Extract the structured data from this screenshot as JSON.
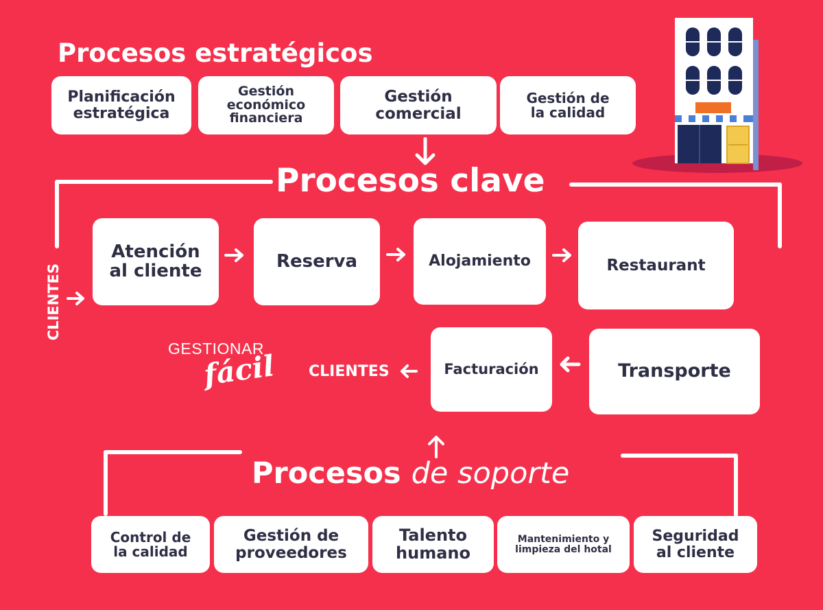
{
  "strategic": {
    "title": "Procesos estratégicos",
    "items": [
      "Planificación\nestratégica",
      "Gestión\neconómico\nfinanciera",
      "Gestión\ncomercial",
      "Gestión de\nla calidad"
    ]
  },
  "key": {
    "title": "Procesos clave",
    "row1": [
      "Atención\nal cliente",
      "Reserva",
      "Alojamiento",
      "Restaurant"
    ],
    "row2": [
      "Facturación",
      "Transporte"
    ],
    "clients_left": "CLIENTES",
    "clients_right": "CLIENTES"
  },
  "support": {
    "title_bold": "Procesos",
    "title_italic": "de soporte",
    "items": [
      "Control de\nla calidad",
      "Gestión de\nproveedores",
      "Talento\nhumano",
      "Mantenimiento y\nlimpieza del hotal",
      "Seguridad\nal cliente"
    ]
  },
  "logo": {
    "line1": "GESTIONAR",
    "line2": "fácil"
  },
  "colors": {
    "background": "#f5304c",
    "box": "#ffffff",
    "text": "#2e2e45",
    "hotel_door": "#1e2a5a",
    "hotel_sign": "#f07025"
  },
  "icons": [
    "hotel-building-icon",
    "arrow-right-icon",
    "arrow-left-icon",
    "arrow-down-icon",
    "arrow-up-icon"
  ]
}
